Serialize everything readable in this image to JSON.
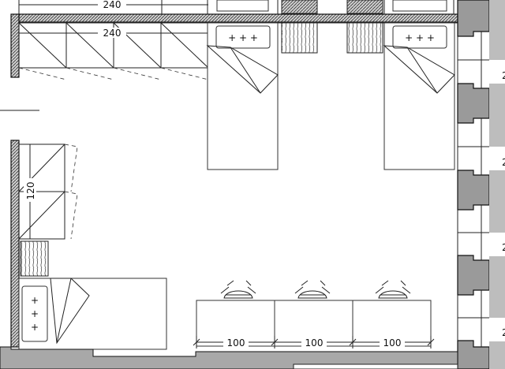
{
  "dimensions": {
    "wardrobe_top_a": "240",
    "wardrobe_top_b": "240",
    "wardrobe_side": "120",
    "desk_a": "100",
    "desk_b": "100",
    "desk_c": "100"
  },
  "window_labels": [
    "2",
    "2",
    "2",
    "2"
  ],
  "pillow_marks": "+ + +",
  "pillow_marks_vertical": [
    "+",
    "+",
    "+"
  ]
}
